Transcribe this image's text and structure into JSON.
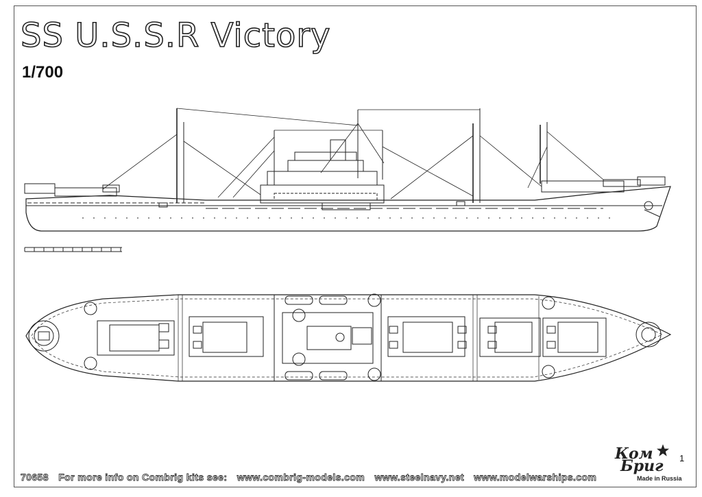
{
  "sheet": {
    "title": "SS U.S.S.R Victory",
    "scale": "1/700",
    "page_number": "1"
  },
  "footer": {
    "kit_number": "70658",
    "info_text": "For more info on Combrig kits see:",
    "site1": "www.combrig-models.com",
    "site2": "www.steelnavy.net",
    "site3": "www.modelwarships.com"
  },
  "logo": {
    "line1": "Ком",
    "line2": "Бриг",
    "made_in": "Made in Russia"
  },
  "colors": {
    "line": "#222222",
    "paper": "#ffffff"
  }
}
